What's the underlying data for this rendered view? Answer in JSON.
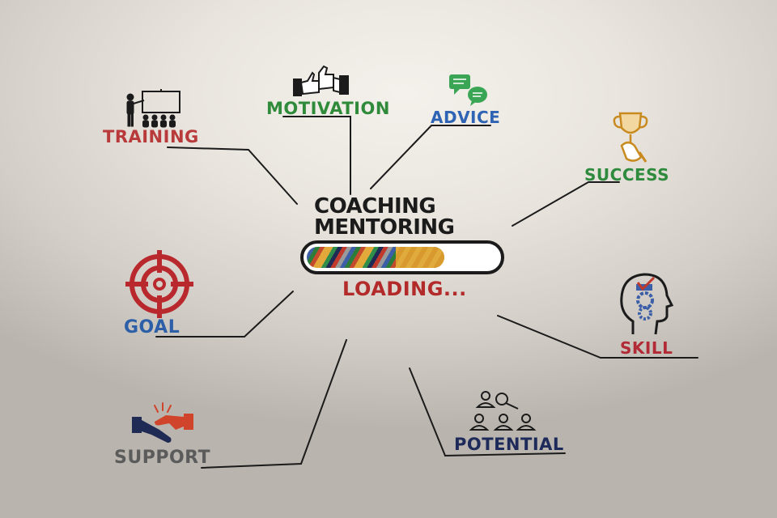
{
  "hub": {
    "title_line1": "COACHING",
    "title_line2": "MENTORING",
    "status": "LOADING...",
    "progress_fraction": 0.72
  },
  "nodes": {
    "training": {
      "label": "TRAINING",
      "color": "#b83a3a"
    },
    "motivation": {
      "label": "MOTIVATION",
      "color": "#2f8a3a"
    },
    "advice": {
      "label": "ADVICE",
      "color": "#2f64b4"
    },
    "success": {
      "label": "SUCCESS",
      "color": "#2e8a3c"
    },
    "goal": {
      "label": "GOAL",
      "color": "#2d5fa8"
    },
    "skill": {
      "label": "SKILL",
      "color": "#b22a35"
    },
    "support": {
      "label": "SUPPORT",
      "color": "#5b5b5b"
    },
    "potential": {
      "label": "POTENTIAL",
      "color": "#1e2b5a"
    }
  },
  "colors": {
    "line": "#1b1b1b",
    "loading_text": "#b32a2a",
    "target_red": "#b8282c",
    "trophy_gold": "#e0a830",
    "speech_green": "#3aa655"
  },
  "icons": [
    "presentation-icon",
    "thumbs-up-icon",
    "speech-bubbles-icon",
    "trophy-icon",
    "target-icon",
    "head-gears-icon",
    "handshake-icon",
    "people-search-icon"
  ]
}
